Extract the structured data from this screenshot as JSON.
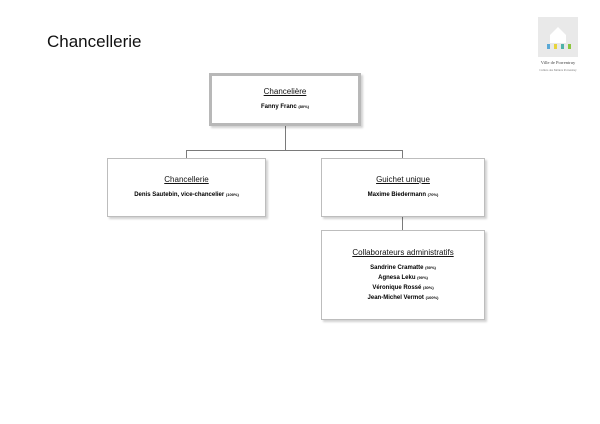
{
  "page": {
    "title": "Chancellerie"
  },
  "logo": {
    "name": "Ville de Porrentruy",
    "subtitle": "Cultura des Métiers Porrentruy",
    "colors": [
      "#5aa9d6",
      "#e7d43c",
      "#4fb3a8",
      "#8cc63e"
    ]
  },
  "org": {
    "head": {
      "title": "Chancelière",
      "people": [
        {
          "name": "Fanny Franc",
          "pct": "(80%)"
        }
      ]
    },
    "left": {
      "title": "Chancellerie",
      "people": [
        {
          "name": "Denis Sautebin, vice-chancelier",
          "pct": "(100%)"
        }
      ]
    },
    "right": {
      "title": "Guichet unique",
      "people": [
        {
          "name": "Maxime Biedermann",
          "pct": "(70%)"
        }
      ]
    },
    "bottom": {
      "title": "Collaborateurs administratifs",
      "people": [
        {
          "name": "Sandrine Cramatte",
          "pct": "(50%)"
        },
        {
          "name": "Agnesa Leku",
          "pct": "(90%)"
        },
        {
          "name": "Véronique Rossé",
          "pct": "(30%)"
        },
        {
          "name": "Jean-Michel Vermot",
          "pct": "(100%)"
        }
      ]
    }
  }
}
